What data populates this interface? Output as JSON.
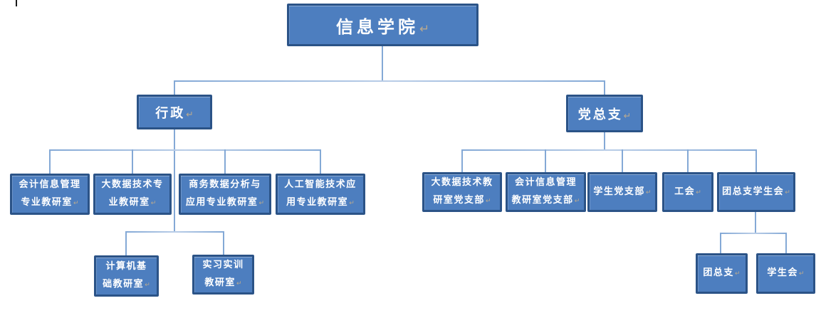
{
  "marks": {
    "return": "↵"
  },
  "colors": {
    "bg": "#ffffff",
    "box-fill": "#4d7ebf",
    "box-border": "#2b5387",
    "connector": "#84a9d6",
    "text": "#ffffff",
    "return-mark": "#b9a98f"
  },
  "nodes": {
    "root": {
      "label": "信息学院"
    },
    "admin": {
      "label": "行政"
    },
    "party": {
      "label": "党总支"
    },
    "a1": {
      "lines": [
        "会计信息管理",
        "专业教研室"
      ]
    },
    "a2": {
      "lines": [
        "大数据技术专",
        "业教研室"
      ]
    },
    "a3": {
      "lines": [
        "商务数据分析与",
        "应用专业教研室"
      ]
    },
    "a4": {
      "lines": [
        "人工智能技术应",
        "用专业教研室"
      ]
    },
    "b1": {
      "lines": [
        "大数据技术教",
        "研室党支部"
      ]
    },
    "b2": {
      "lines": [
        "会计信息管理",
        "教研室党支部"
      ]
    },
    "b3": {
      "label": "学生党支部"
    },
    "b4": {
      "label": "工会"
    },
    "b5": {
      "label": "团总支学生会"
    },
    "c1": {
      "lines": [
        "计算机基",
        "础教研室"
      ]
    },
    "c2": {
      "lines": [
        "实习实训",
        "教研室"
      ]
    },
    "d1": {
      "label": "团总支"
    },
    "d2": {
      "label": "学生会"
    }
  }
}
